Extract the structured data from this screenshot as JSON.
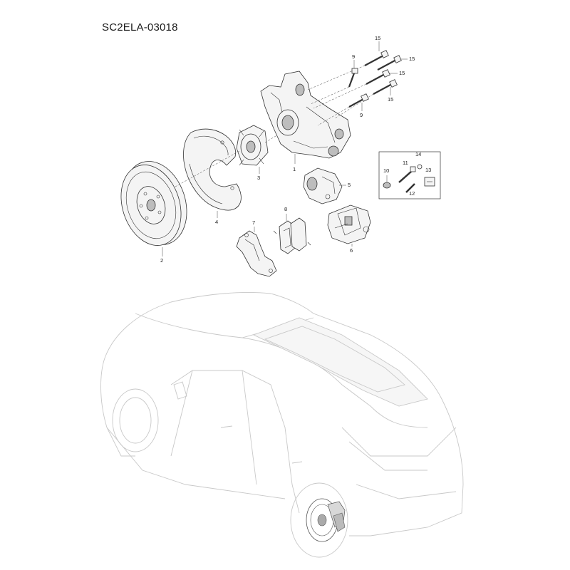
{
  "header": {
    "title": "SC2ELA-03018"
  },
  "callouts": {
    "c1": "1",
    "c2": "2",
    "c3": "3",
    "c4": "4",
    "c5": "5",
    "c6": "6",
    "c7": "7",
    "c8": "8",
    "c9a": "9",
    "c9b": "9",
    "c10": "10",
    "c11": "11",
    "c12": "12",
    "c13": "13",
    "c14": "14",
    "c15a": "15",
    "c15b": "15",
    "c15c": "15",
    "c15d": "15"
  }
}
